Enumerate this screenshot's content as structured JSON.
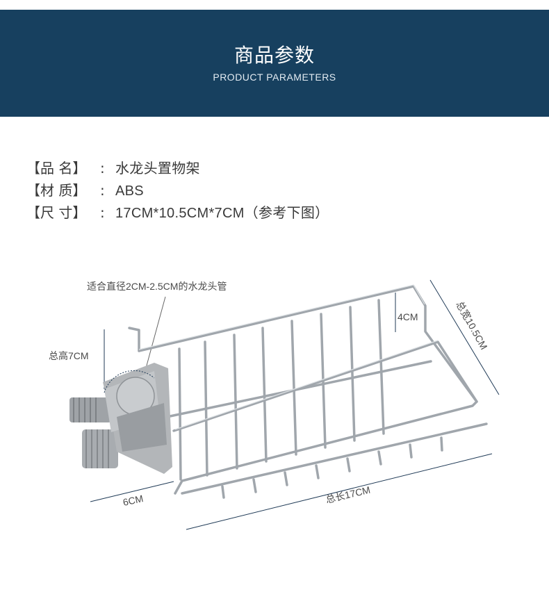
{
  "header": {
    "title": "商品参数",
    "subtitle": "PRODUCT PARAMETERS"
  },
  "params": [
    {
      "label": "【品  名】",
      "sep": ":",
      "value": "水龙头置物架"
    },
    {
      "label": "【材  质】",
      "sep": ":",
      "value": "ABS"
    },
    {
      "label": "【尺  寸】",
      "sep": ":",
      "value": "17CM*10.5CM*7CM（参考下图）"
    }
  ],
  "figure": {
    "pipe_note": "适合直径2CM-2.5CM的水龙头管",
    "height": "总高7CM",
    "depth_4": "4CM",
    "width": "总宽10.5CM",
    "clamp": "6CM",
    "length": "总长17CM"
  },
  "colors": {
    "banner": "#17405f",
    "clamp": "#a8abae",
    "wire": "#9aa0a6",
    "dimension_line": "#1f3a56"
  }
}
